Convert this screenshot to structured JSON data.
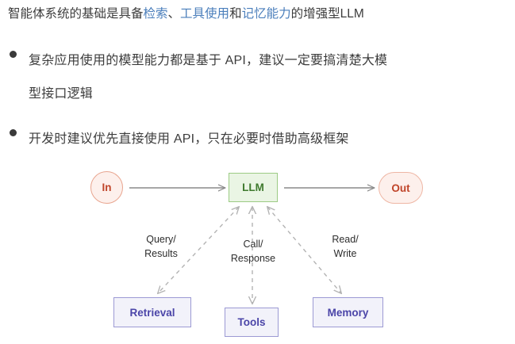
{
  "slide": {
    "headline": {
      "segments": [
        {
          "text": "智能体系统的基础是具备",
          "accent": false
        },
        {
          "text": "检索",
          "accent": true
        },
        {
          "text": "、",
          "accent": false
        },
        {
          "text": "工具使用",
          "accent": true
        },
        {
          "text": "和",
          "accent": false
        },
        {
          "text": "记忆能力",
          "accent": true
        },
        {
          "text": "的增强型LLM",
          "accent": false
        }
      ],
      "accent_color": "#4a7ebb",
      "plain_color": "#3c3c3c"
    },
    "bullets": [
      {
        "lines": [
          "复杂应用使用的模型能力都是基于 API，建议一定要搞清楚大模",
          "型接口逻辑"
        ]
      },
      {
        "lines": [
          "开发时建议优先直接使用 API，只在必要时借助高级框架"
        ]
      }
    ]
  },
  "diagram": {
    "nodes": {
      "input": {
        "label": "In",
        "fill": "#fdf0ec",
        "border": "#e8a48e",
        "text": "#c0452a"
      },
      "llm": {
        "label": "LLM",
        "fill": "#eaf5e4",
        "border": "#9ccb84",
        "text": "#3f7a2e"
      },
      "output": {
        "label": "Out",
        "fill": "#fdf0ec",
        "border": "#eeb6a4",
        "text": "#c0452a"
      },
      "retrieval": {
        "label": "Retrieval",
        "fill": "#f2f2fa",
        "border": "#9c9ad4",
        "text": "#4b45a8"
      },
      "tools": {
        "label": "Tools",
        "fill": "#f2f2fa",
        "border": "#9c9ad4",
        "text": "#4b45a8"
      },
      "memory": {
        "label": "Memory",
        "fill": "#f2f2fa",
        "border": "#9c9ad4",
        "text": "#4b45a8"
      }
    },
    "edge_labels": {
      "retrieval": "Query/\nResults",
      "tools": "Call/\nResponse",
      "memory": "Read/\nWrite"
    },
    "arrow_color": "#8a8a8a",
    "dashed_color": "#b3b3b3"
  }
}
